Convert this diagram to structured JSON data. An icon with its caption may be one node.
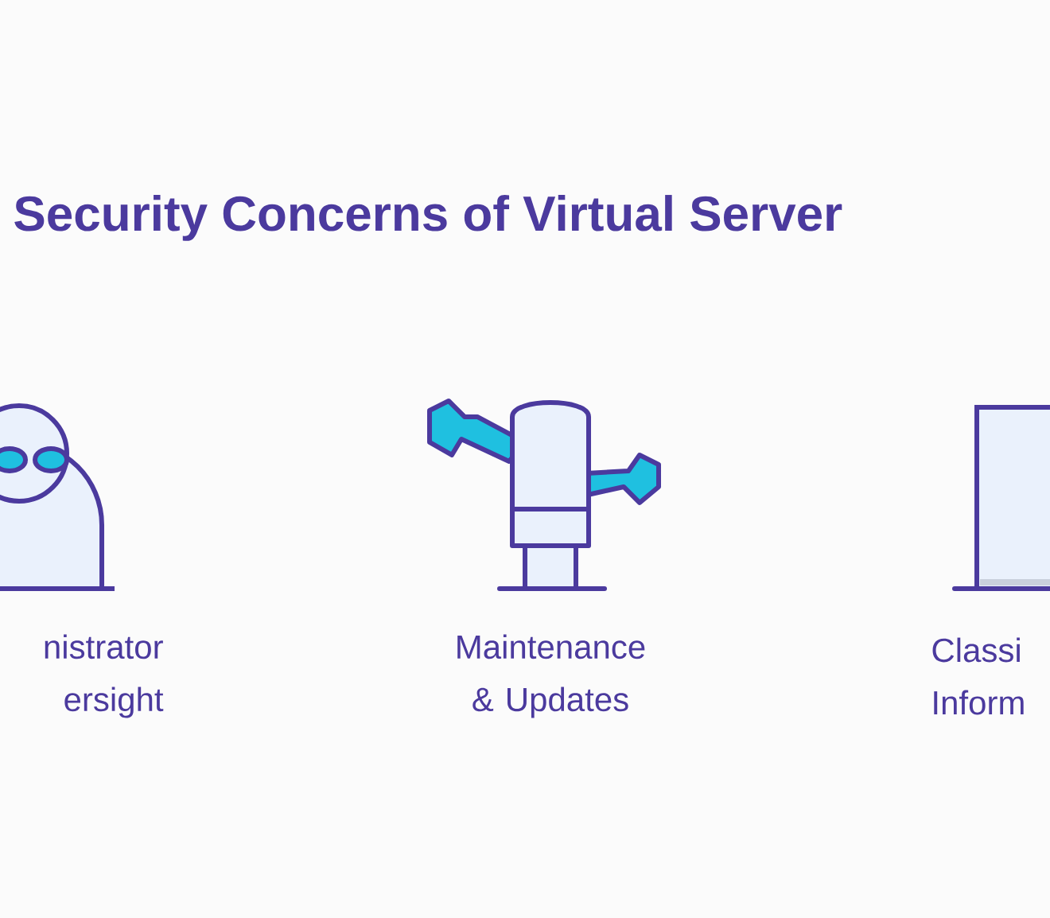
{
  "diagram": {
    "title": "Security Concerns of Virtual Server",
    "labels": [
      "nistrator ersight",
      "Maintenance & Updates",
      "Classi Inform"
    ]
  }
}
